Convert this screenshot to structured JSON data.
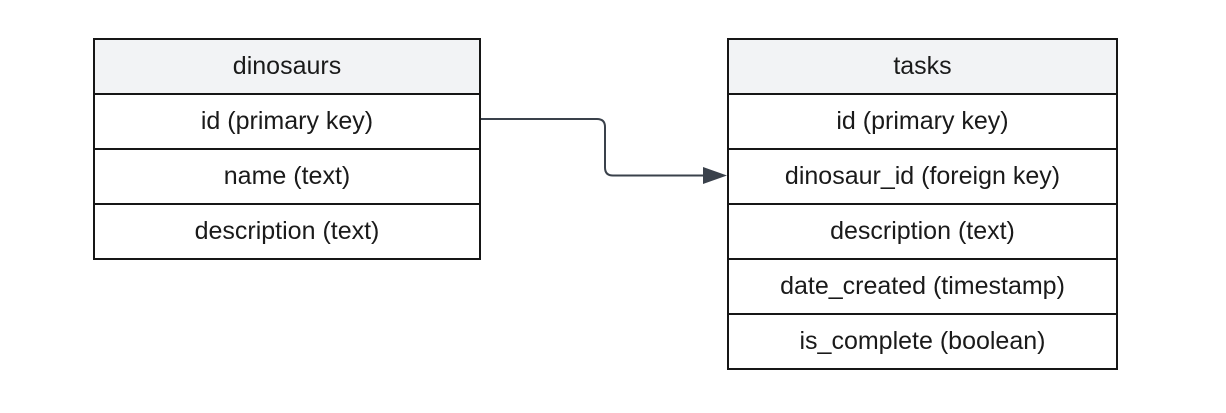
{
  "diagram": {
    "background": "#ffffff",
    "table_border_color": "#161616",
    "header_fill": "#f2f3f5",
    "row_fill": "#ffffff",
    "text_color": "#1a1a1a",
    "connector_color": "#3a414b",
    "tables": [
      {
        "title": "dinosaurs",
        "fields": [
          "id (primary key)",
          "name (text)",
          "description (text)"
        ]
      },
      {
        "title": "tasks",
        "fields": [
          "id (primary key)",
          "dinosaur_id (foreign key)",
          "description (text)",
          "date_created (timestamp)",
          "is_complete (boolean)"
        ]
      }
    ],
    "relationship": {
      "from_table": "dinosaurs",
      "from_field": "id (primary key)",
      "to_table": "tasks",
      "to_field": "dinosaur_id (foreign key)",
      "style": "elbow-arrow"
    }
  }
}
